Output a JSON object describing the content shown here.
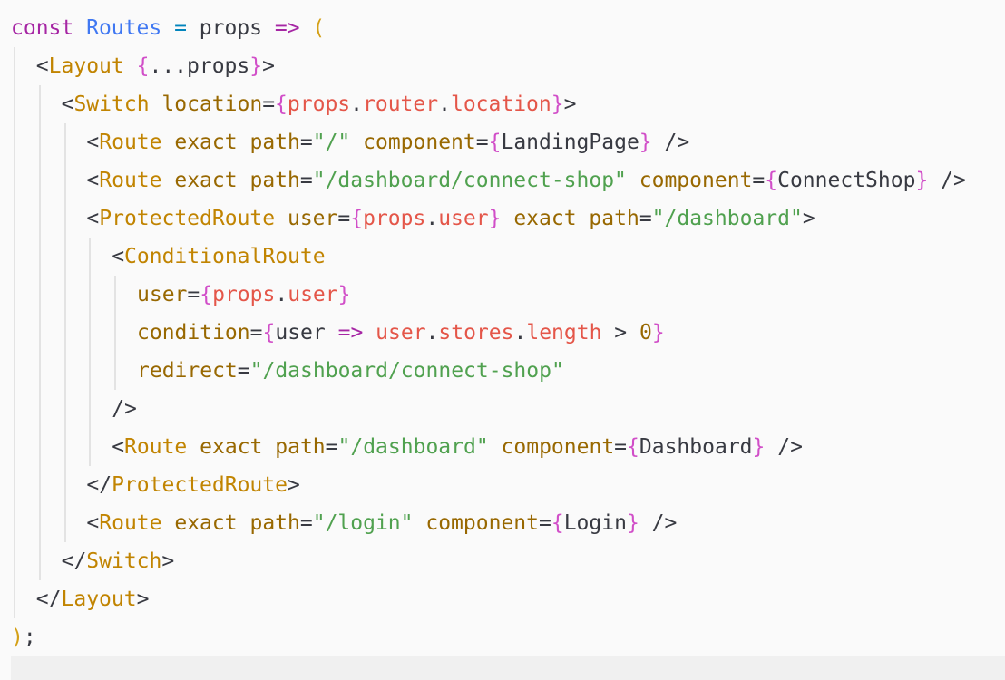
{
  "code": {
    "lines": [
      [
        {
          "t": "const",
          "c": "kw"
        },
        {
          "t": " ",
          "c": "pl"
        },
        {
          "t": "Routes",
          "c": "id"
        },
        {
          "t": " ",
          "c": "pl"
        },
        {
          "t": "=",
          "c": "op"
        },
        {
          "t": " props ",
          "c": "pl"
        },
        {
          "t": "=>",
          "c": "kw"
        },
        {
          "t": " ",
          "c": "pl"
        },
        {
          "t": "(",
          "c": "br"
        }
      ],
      [
        {
          "t": "<",
          "c": "pl"
        },
        {
          "t": "Layout",
          "c": "tag"
        },
        {
          "t": " ",
          "c": "pl"
        },
        {
          "t": "{",
          "c": "expb"
        },
        {
          "t": "...props",
          "c": "pl"
        },
        {
          "t": "}",
          "c": "expb"
        },
        {
          "t": ">",
          "c": "pl"
        }
      ],
      [
        {
          "t": "<",
          "c": "pl"
        },
        {
          "t": "Switch",
          "c": "tag"
        },
        {
          "t": " ",
          "c": "pl"
        },
        {
          "t": "location",
          "c": "attr"
        },
        {
          "t": "=",
          "c": "pl"
        },
        {
          "t": "{",
          "c": "expb"
        },
        {
          "t": "props",
          "c": "prop"
        },
        {
          "t": ".",
          "c": "pl"
        },
        {
          "t": "router",
          "c": "prop"
        },
        {
          "t": ".",
          "c": "pl"
        },
        {
          "t": "location",
          "c": "prop"
        },
        {
          "t": "}",
          "c": "expb"
        },
        {
          "t": ">",
          "c": "pl"
        }
      ],
      [
        {
          "t": "<",
          "c": "pl"
        },
        {
          "t": "Route",
          "c": "tag"
        },
        {
          "t": " ",
          "c": "pl"
        },
        {
          "t": "exact",
          "c": "attr"
        },
        {
          "t": " ",
          "c": "pl"
        },
        {
          "t": "path",
          "c": "attr"
        },
        {
          "t": "=",
          "c": "pl"
        },
        {
          "t": "\"/\"",
          "c": "str"
        },
        {
          "t": " ",
          "c": "pl"
        },
        {
          "t": "component",
          "c": "attr"
        },
        {
          "t": "=",
          "c": "pl"
        },
        {
          "t": "{",
          "c": "expb"
        },
        {
          "t": "LandingPage",
          "c": "pl"
        },
        {
          "t": "}",
          "c": "expb"
        },
        {
          "t": " />",
          "c": "pl"
        }
      ],
      [
        {
          "t": "<",
          "c": "pl"
        },
        {
          "t": "Route",
          "c": "tag"
        },
        {
          "t": " ",
          "c": "pl"
        },
        {
          "t": "exact",
          "c": "attr"
        },
        {
          "t": " ",
          "c": "pl"
        },
        {
          "t": "path",
          "c": "attr"
        },
        {
          "t": "=",
          "c": "pl"
        },
        {
          "t": "\"/dashboard/connect-shop\"",
          "c": "str"
        },
        {
          "t": " ",
          "c": "pl"
        },
        {
          "t": "component",
          "c": "attr"
        },
        {
          "t": "=",
          "c": "pl"
        },
        {
          "t": "{",
          "c": "expb"
        },
        {
          "t": "ConnectShop",
          "c": "pl"
        },
        {
          "t": "}",
          "c": "expb"
        },
        {
          "t": " />",
          "c": "pl"
        }
      ],
      [
        {
          "t": "<",
          "c": "pl"
        },
        {
          "t": "ProtectedRoute",
          "c": "tag"
        },
        {
          "t": " ",
          "c": "pl"
        },
        {
          "t": "user",
          "c": "attr"
        },
        {
          "t": "=",
          "c": "pl"
        },
        {
          "t": "{",
          "c": "expb"
        },
        {
          "t": "props",
          "c": "prop"
        },
        {
          "t": ".",
          "c": "pl"
        },
        {
          "t": "user",
          "c": "prop"
        },
        {
          "t": "}",
          "c": "expb"
        },
        {
          "t": " ",
          "c": "pl"
        },
        {
          "t": "exact",
          "c": "attr"
        },
        {
          "t": " ",
          "c": "pl"
        },
        {
          "t": "path",
          "c": "attr"
        },
        {
          "t": "=",
          "c": "pl"
        },
        {
          "t": "\"/dashboard\"",
          "c": "str"
        },
        {
          "t": ">",
          "c": "pl"
        }
      ],
      [
        {
          "t": "<",
          "c": "pl"
        },
        {
          "t": "ConditionalRoute",
          "c": "tag"
        }
      ],
      [
        {
          "t": "user",
          "c": "attr"
        },
        {
          "t": "=",
          "c": "pl"
        },
        {
          "t": "{",
          "c": "expb"
        },
        {
          "t": "props",
          "c": "prop"
        },
        {
          "t": ".",
          "c": "pl"
        },
        {
          "t": "user",
          "c": "prop"
        },
        {
          "t": "}",
          "c": "expb"
        }
      ],
      [
        {
          "t": "condition",
          "c": "attr"
        },
        {
          "t": "=",
          "c": "pl"
        },
        {
          "t": "{",
          "c": "expb"
        },
        {
          "t": "user ",
          "c": "pl"
        },
        {
          "t": "=>",
          "c": "kw"
        },
        {
          "t": " ",
          "c": "pl"
        },
        {
          "t": "user",
          "c": "prop"
        },
        {
          "t": ".",
          "c": "pl"
        },
        {
          "t": "stores",
          "c": "prop"
        },
        {
          "t": ".",
          "c": "pl"
        },
        {
          "t": "length",
          "c": "prop"
        },
        {
          "t": " > ",
          "c": "pl"
        },
        {
          "t": "0",
          "c": "num"
        },
        {
          "t": "}",
          "c": "expb"
        }
      ],
      [
        {
          "t": "redirect",
          "c": "attr"
        },
        {
          "t": "=",
          "c": "pl"
        },
        {
          "t": "\"/dashboard/connect-shop\"",
          "c": "str"
        }
      ],
      [
        {
          "t": "/>",
          "c": "pl"
        }
      ],
      [
        {
          "t": "<",
          "c": "pl"
        },
        {
          "t": "Route",
          "c": "tag"
        },
        {
          "t": " ",
          "c": "pl"
        },
        {
          "t": "exact",
          "c": "attr"
        },
        {
          "t": " ",
          "c": "pl"
        },
        {
          "t": "path",
          "c": "attr"
        },
        {
          "t": "=",
          "c": "pl"
        },
        {
          "t": "\"/dashboard\"",
          "c": "str"
        },
        {
          "t": " ",
          "c": "pl"
        },
        {
          "t": "component",
          "c": "attr"
        },
        {
          "t": "=",
          "c": "pl"
        },
        {
          "t": "{",
          "c": "expb"
        },
        {
          "t": "Dashboard",
          "c": "pl"
        },
        {
          "t": "}",
          "c": "expb"
        },
        {
          "t": " />",
          "c": "pl"
        }
      ],
      [
        {
          "t": "</",
          "c": "pl"
        },
        {
          "t": "ProtectedRoute",
          "c": "tag"
        },
        {
          "t": ">",
          "c": "pl"
        }
      ],
      [
        {
          "t": "<",
          "c": "pl"
        },
        {
          "t": "Route",
          "c": "tag"
        },
        {
          "t": " ",
          "c": "pl"
        },
        {
          "t": "exact",
          "c": "attr"
        },
        {
          "t": " ",
          "c": "pl"
        },
        {
          "t": "path",
          "c": "attr"
        },
        {
          "t": "=",
          "c": "pl"
        },
        {
          "t": "\"/login\"",
          "c": "str"
        },
        {
          "t": " ",
          "c": "pl"
        },
        {
          "t": "component",
          "c": "attr"
        },
        {
          "t": "=",
          "c": "pl"
        },
        {
          "t": "{",
          "c": "expb"
        },
        {
          "t": "Login",
          "c": "pl"
        },
        {
          "t": "}",
          "c": "expb"
        },
        {
          "t": " />",
          "c": "pl"
        }
      ],
      [
        {
          "t": "</",
          "c": "pl"
        },
        {
          "t": "Switch",
          "c": "tag"
        },
        {
          "t": ">",
          "c": "pl"
        }
      ],
      [
        {
          "t": "</",
          "c": "pl"
        },
        {
          "t": "Layout",
          "c": "tag"
        },
        {
          "t": ">",
          "c": "pl"
        }
      ],
      [
        {
          "t": ")",
          "c": "br"
        },
        {
          "t": ";",
          "c": "pl"
        }
      ]
    ],
    "indents": [
      0,
      1,
      2,
      3,
      3,
      3,
      4,
      5,
      5,
      5,
      4,
      4,
      3,
      3,
      2,
      1,
      0
    ]
  },
  "colors": {
    "background": "#fafafa",
    "keyword": "#a626a4",
    "identifier": "#4078f2",
    "tag": "#c18401",
    "attribute": "#986801",
    "string": "#50a14f",
    "property": "#e45649",
    "plain": "#383a42"
  }
}
